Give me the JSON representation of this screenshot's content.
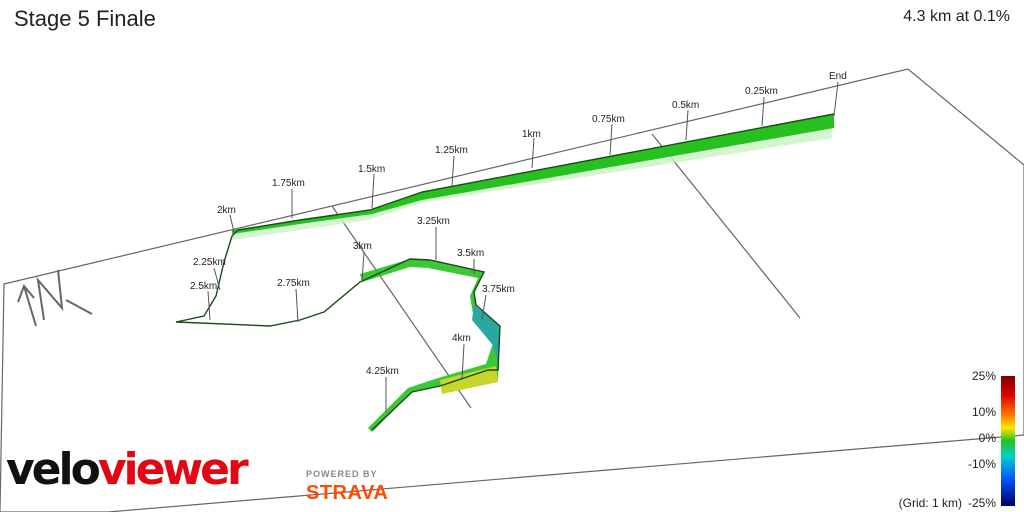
{
  "header": {
    "title": "Stage 5 Finale",
    "summary": "4.3 km at 0.1%"
  },
  "km_markers": [
    "End",
    "0.25km",
    "0.5km",
    "0.75km",
    "1km",
    "1.25km",
    "1.5km",
    "1.75km",
    "2km",
    "2.25km",
    "2.5km",
    "2.75km",
    "3km",
    "3.25km",
    "3.5km",
    "3.75km",
    "4km",
    "4.25km"
  ],
  "legend": {
    "labels": [
      "25%",
      "10%",
      "0%",
      "-10%",
      "-25%"
    ],
    "grid_note": "(Grid: 1 km)"
  },
  "branding": {
    "logo_part1": "velo",
    "logo_part2": "viewer",
    "powered_by": "POWERED BY",
    "strava": "STRAVA"
  },
  "colors": {
    "flat": "#27c11f",
    "uphill": "#c6d62b",
    "downhill": "#2aa7a0",
    "grid": "#666666",
    "accent_red": "#e30613",
    "strava_orange": "#fc4c02"
  }
}
